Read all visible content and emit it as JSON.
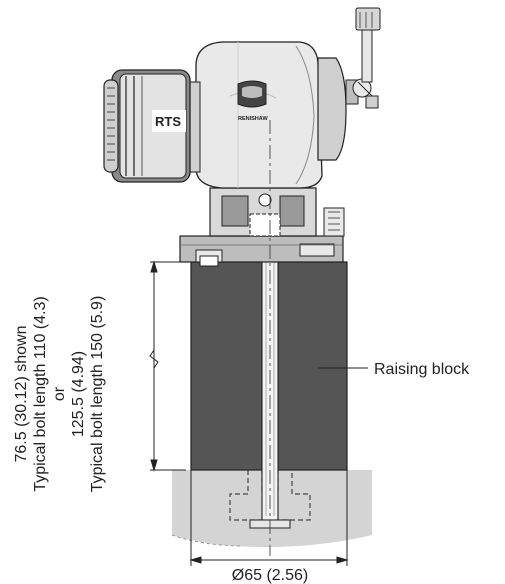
{
  "product_text": {
    "probe_label": "RTS",
    "brand_label": "RENISHAW"
  },
  "labels": {
    "raising_block": "Raising block",
    "diameter": "Ø65 (2.56)",
    "height_line1": "76.5 (30.12) shown",
    "height_line2": "Typical bolt length 110 (4.3)",
    "height_line3": "or",
    "height_line4": "125.5 (4.94)",
    "height_line5": "Typical bolt length 150 (5.9)"
  },
  "colors": {
    "block_fill": "#555555",
    "metal_light": "#e9e9e9",
    "metal_mid": "#bdbdbd",
    "metal_dark": "#777777",
    "ground_fill": "#d4d4d4",
    "line": "#222222"
  }
}
